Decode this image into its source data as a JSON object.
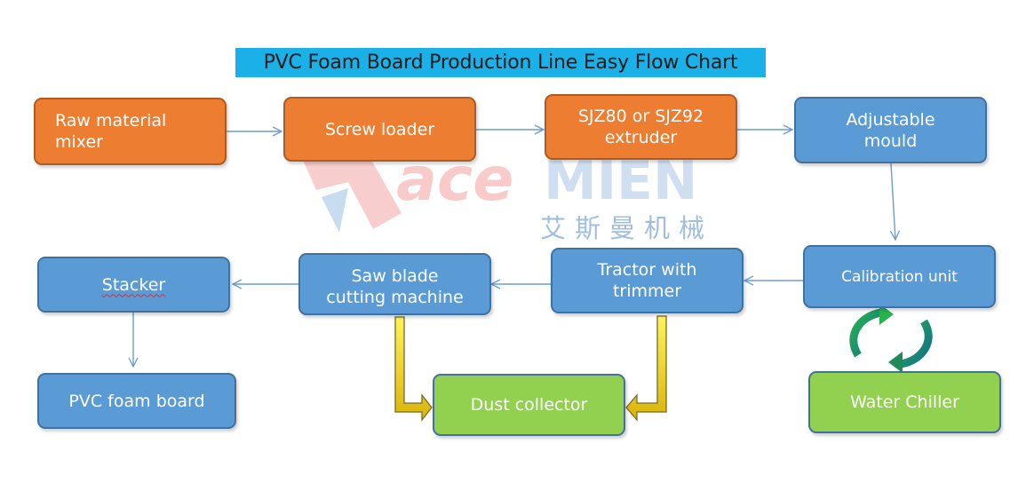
{
  "title": "PVC Foam Board Production Line Easy Flow Chart",
  "watermark": {
    "logo_text": "ace",
    "logo_text_2": "MIEN",
    "chinese_text": "艾斯曼机械"
  },
  "nodes": {
    "raw_material_mixer": "Raw material\nmixer",
    "screw_loader": "Screw loader",
    "extruder": "SJZ80 or SJZ92\nextruder",
    "adjustable_mould": "Adjustable\nmould",
    "calibration_unit": "Calibration unit",
    "tractor": "Tractor with\ntrimmer",
    "saw_cutter": "Saw blade\ncutting machine",
    "stacker": "Stacker",
    "pvc_foam_board": "PVC foam board",
    "dust_collector": "Dust collector",
    "water_chiller": "Water Chiller"
  },
  "colors": {
    "orange": "#ed7d31",
    "blue": "#5b9bd5",
    "green": "#92d050",
    "title_bg": "#1ab0e8",
    "arrow": "#6b9bd2",
    "dust_arrow": "#f2e21c",
    "cycle_arrow": "#1f9a4a"
  }
}
